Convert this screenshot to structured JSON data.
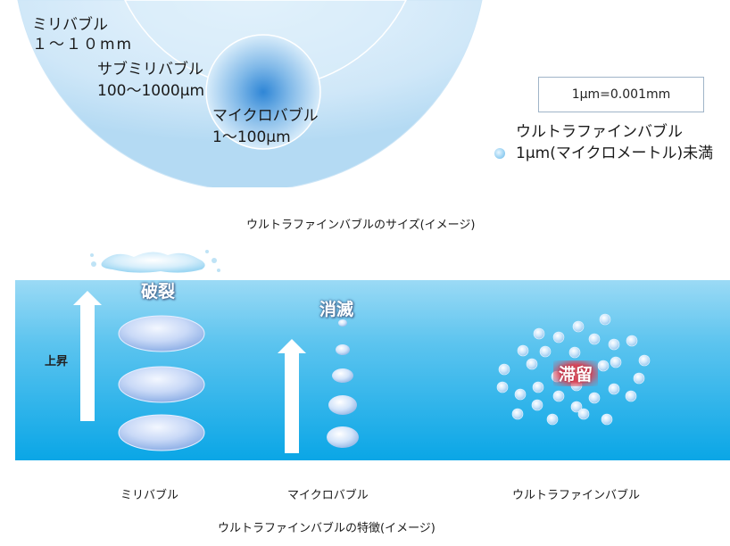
{
  "sizes": {
    "milli": {
      "name": "ミリバブル",
      "range": "１～１０mm"
    },
    "submilli": {
      "name": "サブミリバブル",
      "range": "100～1000μm"
    },
    "micro": {
      "name": "マイクロバブル",
      "range": "1～100μm"
    }
  },
  "legend": {
    "unit_box": "1μm=0.001mm",
    "ufb_name": "ウルトラファインバブル",
    "ufb_range": "1μm(マイクロメートル)未満"
  },
  "captions": {
    "size_image": "ウルトラファインバブルのサイズ(イメージ)",
    "feature_image": "ウルトラファインバブルの特徴(イメージ)"
  },
  "features": {
    "rise_label": "上昇",
    "burst_label": "破裂",
    "vanish_label": "消滅",
    "stay_label": "滞留",
    "col_milli": "ミリバブル",
    "col_micro": "マイクロバブル",
    "col_ufb": "ウルトラファインバブル"
  },
  "colors": {
    "water_top": "#8fd6f4",
    "water_bottom": "#0aa8e8",
    "circle_fill": "#d6ecfa",
    "micro_center": "#3a8fd8",
    "stay_badge": "#d84458"
  }
}
